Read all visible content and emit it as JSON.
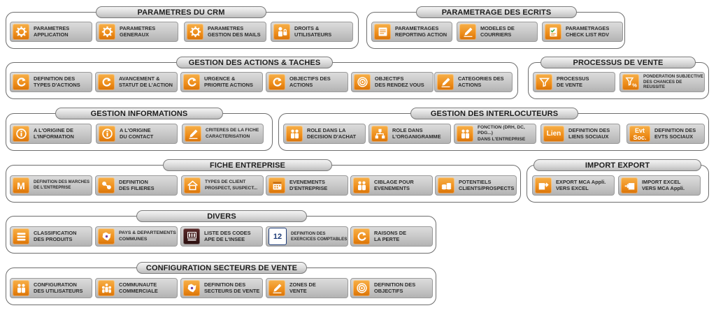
{
  "accent_color": "#ee8d1a",
  "groups": {
    "crm": {
      "title": "PARAMETRES DU CRM",
      "items": [
        {
          "label": "PARAMETRES\nAPPLICATION",
          "icon": "gear-icon"
        },
        {
          "label": "PARAMETRES\nGENERAUX",
          "icon": "gear-icon"
        },
        {
          "label": "PARAMETRES\nGESTION DES MAILS",
          "icon": "gear-icon"
        },
        {
          "label": "DROITS &\nUTILISATEURS",
          "icon": "user-lock-icon"
        }
      ]
    },
    "ecrits": {
      "title": "PARAMETRAGE DES ECRITS",
      "items": [
        {
          "label": "PARAMETRAGES\nREPORTING ACTION",
          "icon": "report-icon"
        },
        {
          "label": "MODELES DE\nCOURRIERS",
          "icon": "pen-icon"
        },
        {
          "label": "PARAMETRAGES\nCHECK LIST RDV",
          "icon": "checklist-icon"
        }
      ]
    },
    "actions": {
      "title": "GESTION DES ACTIONS & TACHES",
      "items": [
        {
          "label": "DEFINITION DES\nTYPES D'ACTIONS",
          "icon": "cycle-icon"
        },
        {
          "label": "AVANCEMENT &\nSTATUT DE L'ACTION",
          "icon": "cycle-icon"
        },
        {
          "label": "URGENCE &\nPRIORITE ACTIONS",
          "icon": "cycle-icon"
        },
        {
          "label": "OBJECTIFS DES\nACTIONS",
          "icon": "cycle-icon"
        },
        {
          "label": "OBJECTIFS\nDES RENDEZ VOUS",
          "icon": "target-icon"
        },
        {
          "label": "CATEGORIES DES\nACTIONS",
          "icon": "pen-icon"
        }
      ]
    },
    "vente": {
      "title": "PROCESSUS DE VENTE",
      "items": [
        {
          "label": "PROCESSUS\nDE VENTE",
          "icon": "funnel-icon"
        },
        {
          "label": "PONDERATION SUBJECTIVE\nDES CHANCES DE REUSSITE",
          "icon": "funnel-percent-icon"
        }
      ]
    },
    "informations": {
      "title": "GESTION INFORMATIONS",
      "items": [
        {
          "label": "A L'ORIGINE DE\nL'INFORMATION",
          "icon": "info-icon"
        },
        {
          "label": "A L'ORIGINE\nDU CONTACT",
          "icon": "info-icon"
        },
        {
          "label": "CRITERES DE LA FICHE\nCARACTERISATION",
          "icon": "pen-icon"
        }
      ]
    },
    "interlocuteurs": {
      "title": "GESTION DES INTERLOCUTEURS",
      "items": [
        {
          "label": "ROLE DANS LA\nDECISION D'ACHAT",
          "icon": "people-icon"
        },
        {
          "label": "ROLE DANS\nL'ORGANIGRAMME",
          "icon": "org-chart-icon"
        },
        {
          "label": "FONCTION (DRH, DC, PDG...)\nDANS L'ENTREPRISE",
          "icon": "people-icon"
        },
        {
          "label": "DEFINITION DES\nLIENS SOCIAUX",
          "icon": "lien-icon",
          "icon_text": "Lien"
        },
        {
          "label": "DEFINITION DES\nEVTS SOCIAUX",
          "icon": "evt-soc-icon",
          "icon_text": "Evt\nSoc."
        }
      ]
    },
    "fiche": {
      "title": "FICHE ENTREPRISE",
      "items": [
        {
          "label": "DEFINITION DES MARCHES\nDE L'ENTREPRISE",
          "icon": "market-icon",
          "icon_text": "M"
        },
        {
          "label": "DEFINITION\nDES FILIERES",
          "icon": "filiere-icon"
        },
        {
          "label": "TYPES DE CLIENT\nPROSPECT, SUSPECT...",
          "icon": "house-icon"
        },
        {
          "label": "EVENEMENTS\nD'ENTREPRISE",
          "icon": "calendar-icon"
        },
        {
          "label": "CIBLAGE POUR\nEVENEMENTS",
          "icon": "people-icon"
        },
        {
          "label": "POTENTIELS\nCLIENTS/PROSPECTS",
          "icon": "coins-icon"
        }
      ]
    },
    "import": {
      "title": "IMPORT EXPORT",
      "items": [
        {
          "label": "EXPORT MCA Appli.\nVERS EXCEL",
          "icon": "export-icon"
        },
        {
          "label": "IMPORT EXCEL\nVERS MCA Appli.",
          "icon": "import-icon"
        }
      ]
    },
    "divers": {
      "title": "DIVERS",
      "items": [
        {
          "label": "CLASSIFICATION\nDES PRODUITS",
          "icon": "stack-icon"
        },
        {
          "label": "PAYS & DEPARTEMENTS\nCOMMUNES",
          "icon": "map-icon"
        },
        {
          "label": "LISTE DES CODES\nAPE DE L'INSEE",
          "icon": "insee-icon"
        },
        {
          "label": "DEFINITION DES\nEXERCICES COMPTABLES",
          "icon": "calendar-12-icon",
          "icon_text": "12"
        },
        {
          "label": "RAISONS DE\nLA PERTE",
          "icon": "cycle-icon"
        }
      ]
    },
    "secteurs": {
      "title": "CONFIGURATION SECTEURS DE VENTE",
      "items": [
        {
          "label": "CONFIGURATION\nDES UTILISATEURS",
          "icon": "people-icon"
        },
        {
          "label": "COMMUNAUTE\nCOMMERCIALE",
          "icon": "community-icon"
        },
        {
          "label": "DEFINITION DES\nSECTEURS DE VENTE",
          "icon": "map-icon"
        },
        {
          "label": "ZONES DE\nVENTE",
          "icon": "pen-icon"
        },
        {
          "label": "DEFINITION DES\nOBJECTIFS",
          "icon": "target-icon"
        }
      ]
    }
  }
}
